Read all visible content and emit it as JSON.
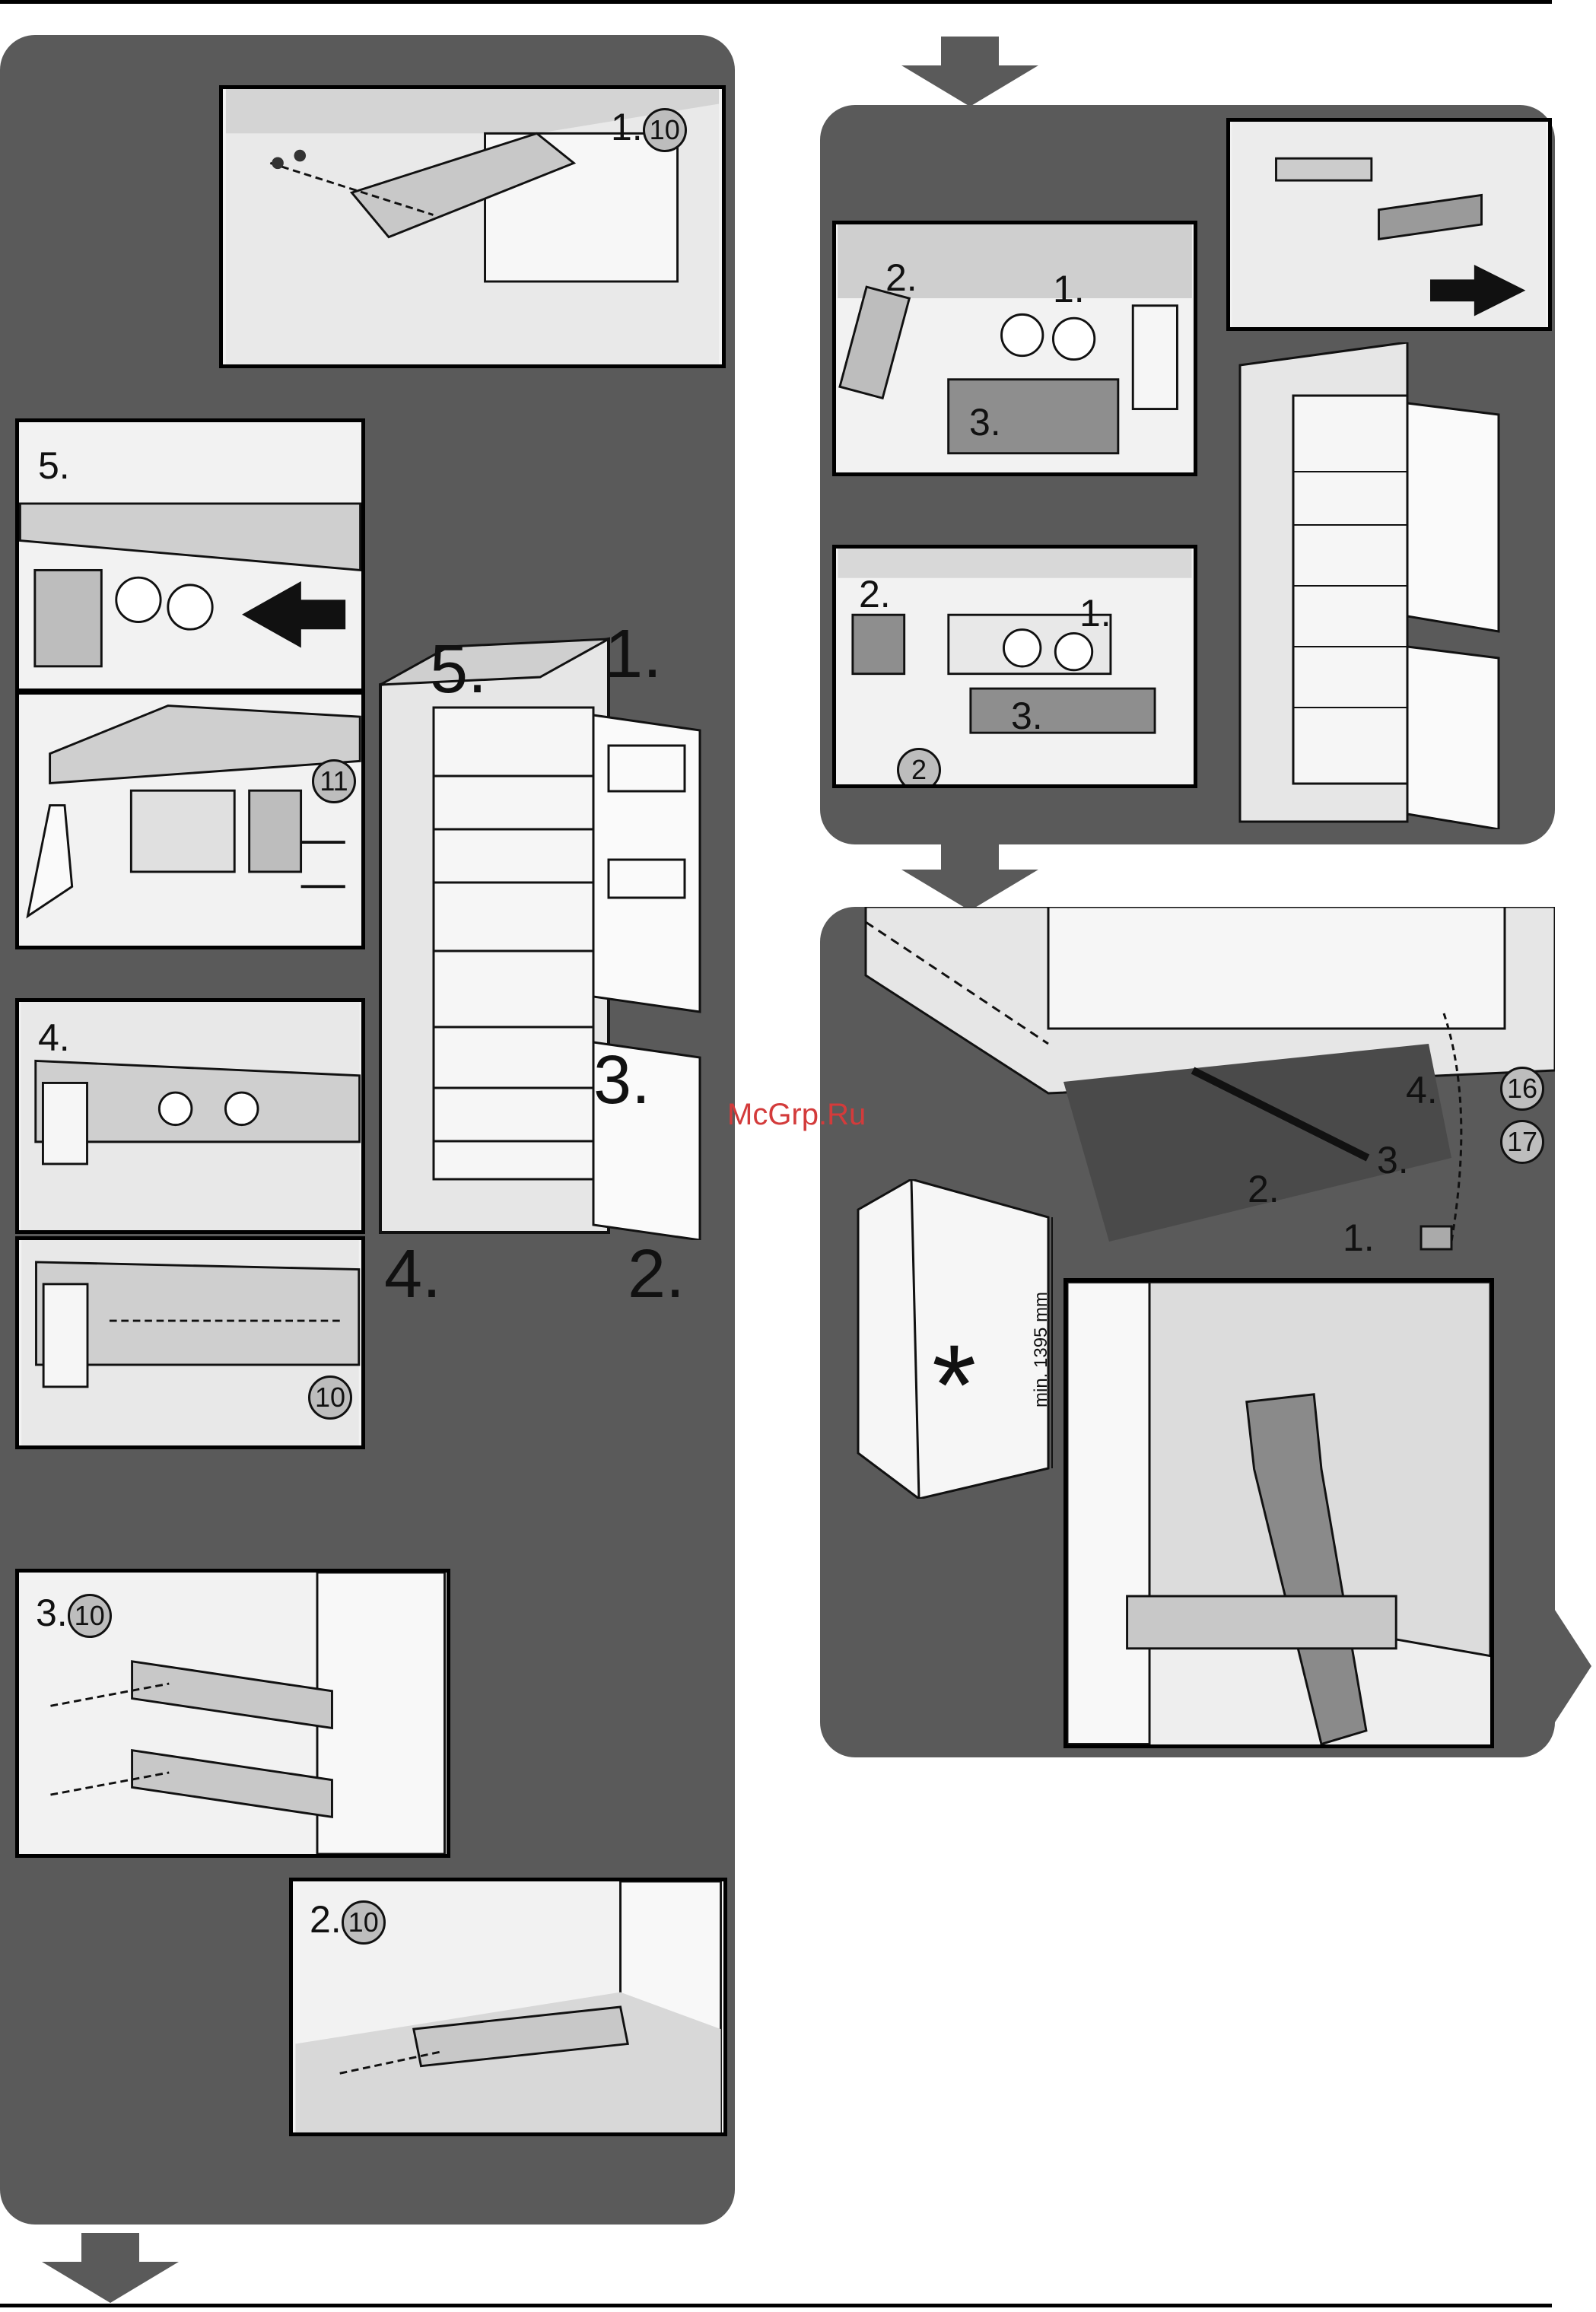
{
  "watermark": "McGrp.Ru",
  "labels": {
    "one": "1.",
    "two": "2.",
    "three": "3.",
    "four": "4.",
    "five": "5."
  },
  "circled": {
    "c2": "2",
    "c10": "10",
    "c11": "11",
    "c16": "16",
    "c17": "17"
  },
  "dimension": "min. 1395 mm",
  "asterisk": "*",
  "colors": {
    "panel": "#5a5a5a",
    "frame_bg": "#f2f2f2",
    "watermark": "#d33b3b"
  }
}
